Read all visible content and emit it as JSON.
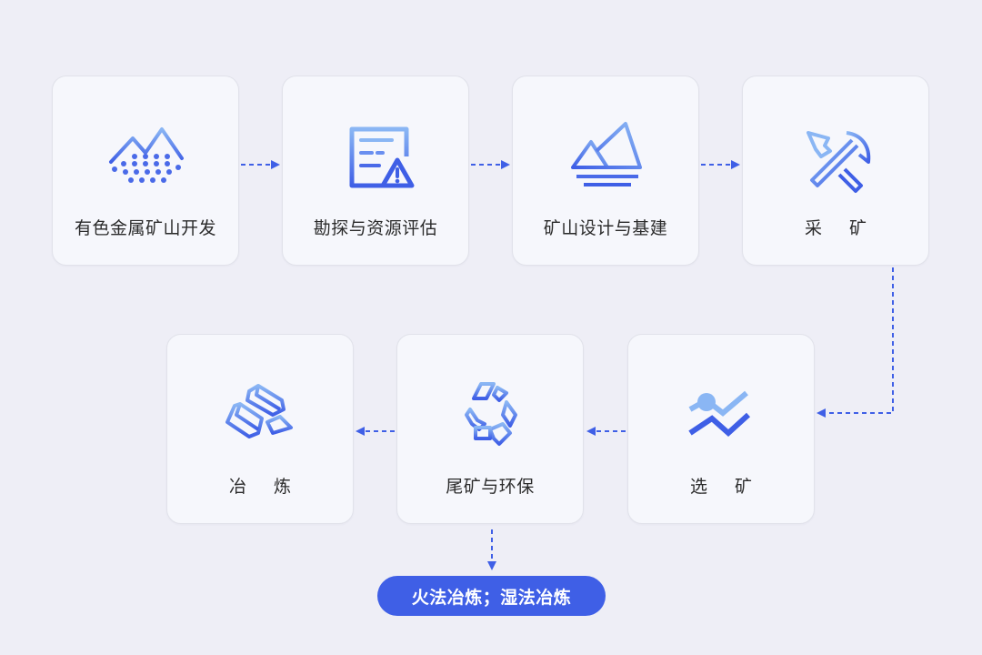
{
  "diagram": {
    "accent_color": "#3f5fe6",
    "light_accent_color": "#8ab6f4",
    "steps": [
      {
        "label": "有色金属矿山开发",
        "icon": "mountain-ore-icon"
      },
      {
        "label": "勘探与资源评估",
        "icon": "document-warning-icon"
      },
      {
        "label": "矿山设计与基建",
        "icon": "mountain-foundation-icon"
      },
      {
        "label": "采 矿",
        "icon": "pickaxe-icon"
      },
      {
        "label": "选 矿",
        "icon": "sorting-trend-icon"
      },
      {
        "label": "尾矿与环保",
        "icon": "recycle-icon"
      },
      {
        "label": "冶 炼",
        "icon": "metal-ingots-icon"
      }
    ],
    "flow": [
      "有色金属矿山开发 → 勘探与资源评估",
      "勘探与资源评估 → 矿山设计与基建",
      "矿山设计与基建 → 采 矿",
      "采 矿 → 选 矿",
      "选 矿 → 尾矿与环保",
      "尾矿与环保 → 冶 炼",
      "尾矿与环保 → 火法冶炼；湿法冶炼"
    ],
    "note": "火法冶炼；湿法冶炼"
  }
}
